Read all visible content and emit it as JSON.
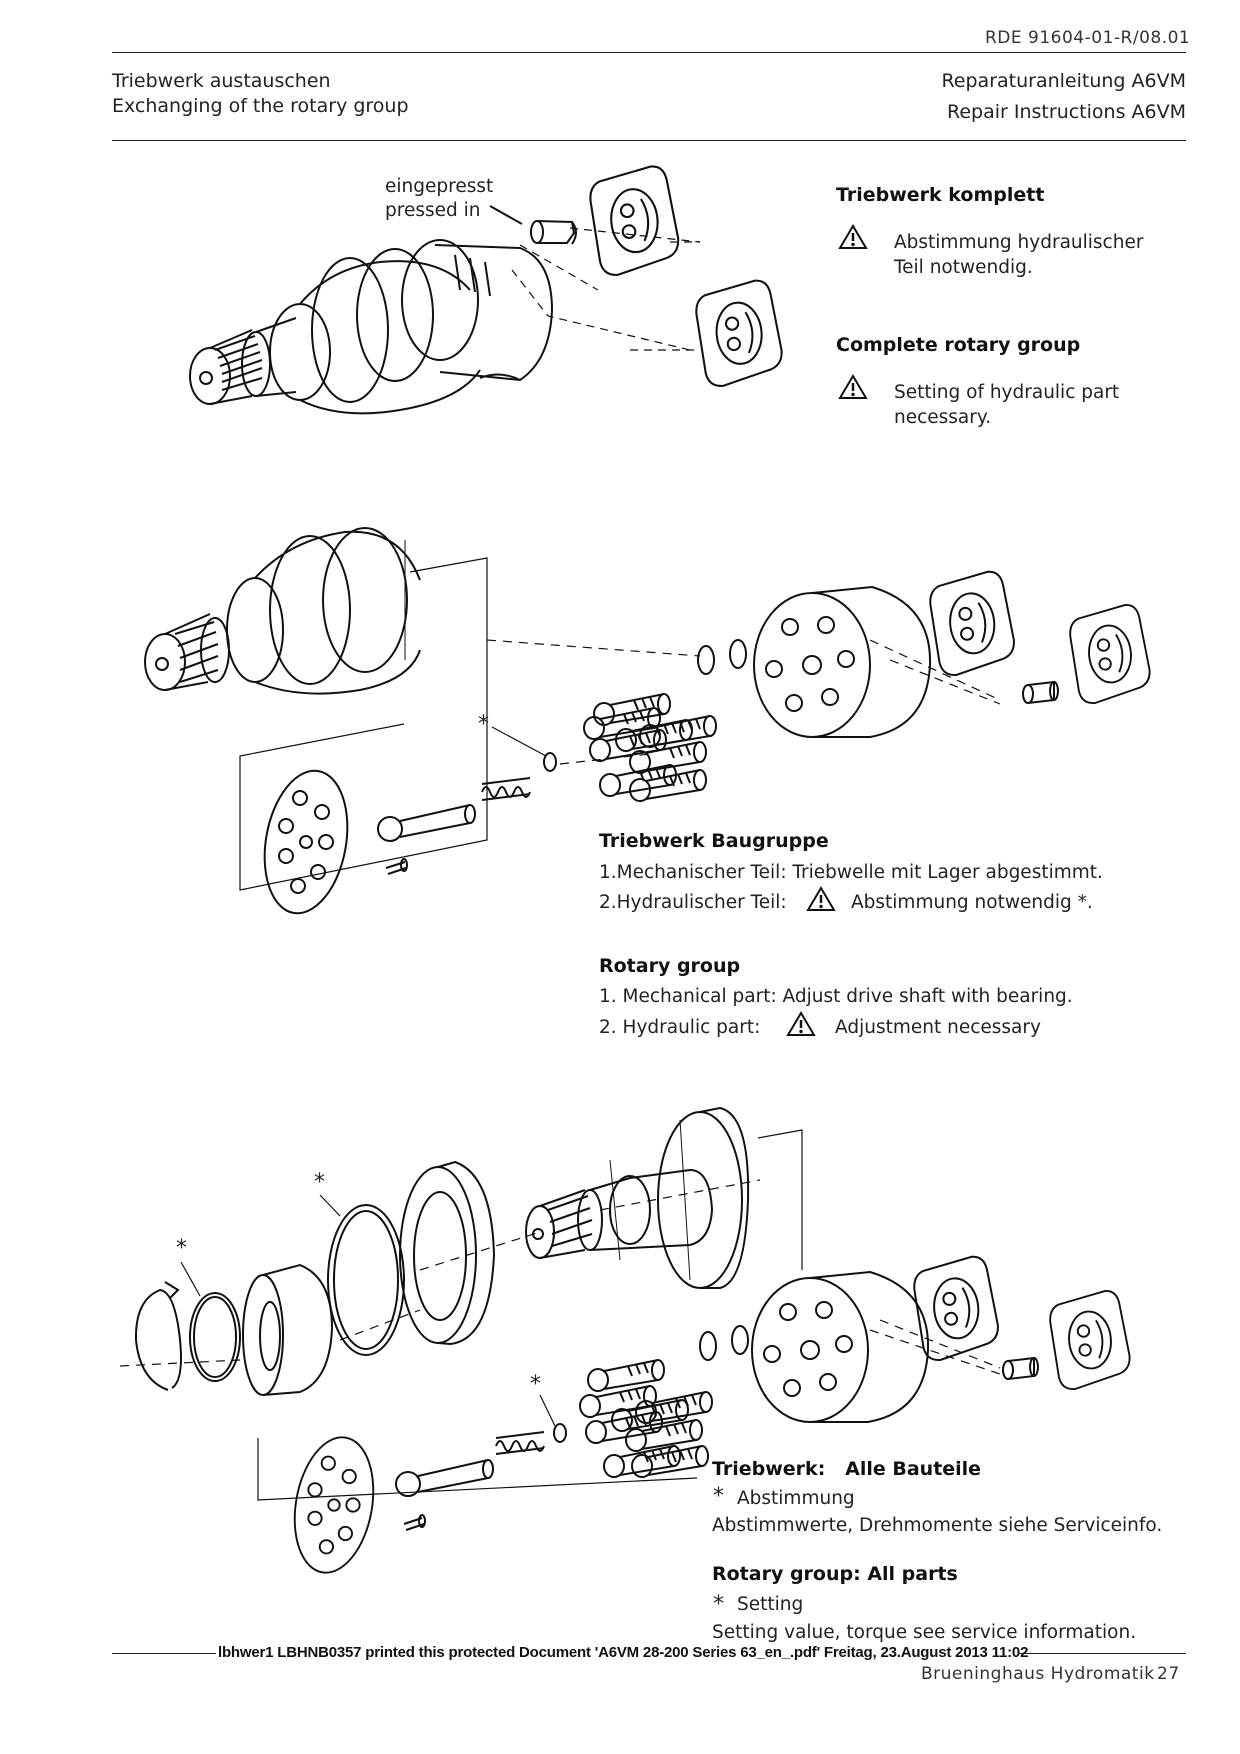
{
  "header": {
    "doc_number": "RDE 91604-01-R/08.01",
    "title_de": "Triebwerk austauschen",
    "title_en": "Exchanging of the rotary group",
    "manual_de": "Reparaturanleitung A6VM",
    "manual_en": "Repair Instructions A6VM"
  },
  "figure1": {
    "callout_de": "eingepresst",
    "callout_en": "pressed in",
    "heading_de": "Triebwerk komplett",
    "note_de_1": "Abstimmung hydraulischer",
    "note_de_2": "Teil notwendig.",
    "heading_en": "Complete rotary group",
    "note_en_1": "Setting of hydraulic part",
    "note_en_2": "necessary."
  },
  "figure2": {
    "asterisk": "*",
    "heading_de": "Triebwerk Baugruppe",
    "line1_de": "1.Mechanischer Teil: Triebwelle mit Lager abgestimmt.",
    "line2_de_label": "2.Hydraulischer Teil:",
    "line2_de_value": "Abstimmung notwendig *.",
    "heading_en": "Rotary group",
    "line1_en": "1. Mechanical part: Adjust drive shaft with bearing.",
    "line2_en_label": "2. Hydraulic part:",
    "line2_en_value": "Adjustment necessary"
  },
  "figure3": {
    "asterisk": "*",
    "heading_de": "Triebwerk:   Alle Bauteile",
    "star_de": "Abstimmung",
    "line_de": "Abstimmwerte, Drehmomente siehe Serviceinfo.",
    "heading_en": "Rotary group: All parts",
    "star_en": "Setting",
    "line_en": "Setting value, torque see service information."
  },
  "footer": {
    "print_notice": "lbhwer1 LBHNB0357 printed this protected Document 'A6VM 28-200 Series 63_en_.pdf' Freitag, 23.August 2013 11:02",
    "company": "Brueninghaus Hydromatik",
    "page_number": "27"
  }
}
